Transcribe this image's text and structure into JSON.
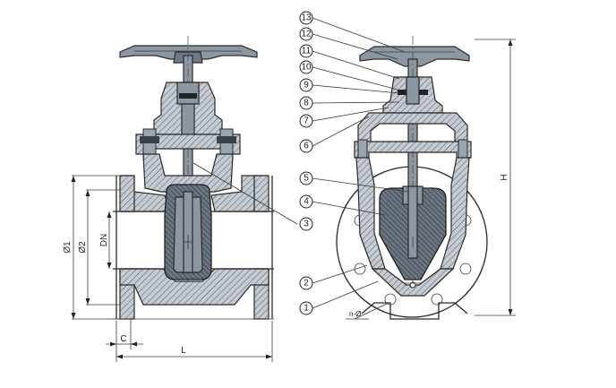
{
  "dimensions": {
    "d1": "Ø1",
    "d2": "Ø2",
    "dn": "DN",
    "h": "H",
    "l": "L",
    "c": "C",
    "bolt_holes": "n-Ø"
  },
  "callouts": [
    "13",
    "12",
    "11",
    "10",
    "9",
    "8",
    "7",
    "6",
    "5",
    "4",
    "3",
    "2",
    "1"
  ],
  "colors": {
    "line": "#2a2a2a",
    "metal": "#8c97a2",
    "hatch": "#5a5a5a",
    "background": "#ffffff"
  }
}
